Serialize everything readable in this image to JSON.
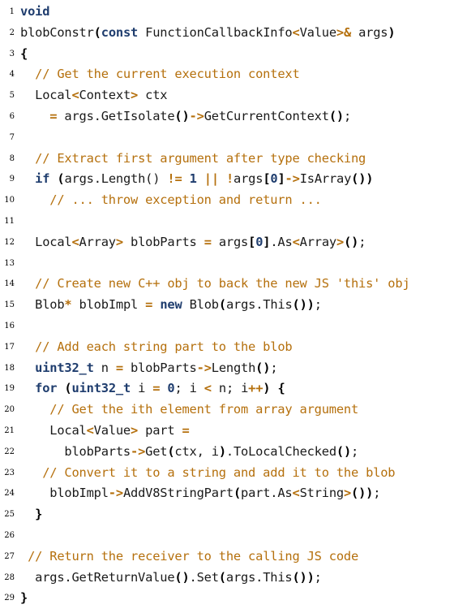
{
  "colors": {
    "keyword": "#1f3d6e",
    "operator": "#b5700d",
    "comment": "#b5700d",
    "text": "#1a1a1a",
    "bracket": "#000000",
    "line_number": "#000000"
  },
  "code_lines": [
    {
      "n": "1",
      "tokens": [
        [
          "kw",
          "void"
        ]
      ]
    },
    {
      "n": "2",
      "tokens": [
        [
          "pl",
          "blobConstr"
        ],
        [
          "br",
          "("
        ],
        [
          "kw",
          "const"
        ],
        [
          "pl",
          " FunctionCallbackInfo"
        ],
        [
          "op",
          "<"
        ],
        [
          "pl",
          "Value"
        ],
        [
          "op",
          ">&"
        ],
        [
          "pl",
          " args"
        ],
        [
          "br",
          ")"
        ]
      ]
    },
    {
      "n": "3",
      "tokens": [
        [
          "br",
          "{"
        ]
      ]
    },
    {
      "n": "4",
      "tokens": [
        [
          "pl",
          "  "
        ],
        [
          "cm",
          "// Get the current execution context"
        ]
      ]
    },
    {
      "n": "5",
      "tokens": [
        [
          "pl",
          "  Local"
        ],
        [
          "op",
          "<"
        ],
        [
          "pl",
          "Context"
        ],
        [
          "op",
          ">"
        ],
        [
          "pl",
          " ctx"
        ]
      ]
    },
    {
      "n": "6",
      "tokens": [
        [
          "pl",
          "    "
        ],
        [
          "op",
          "="
        ],
        [
          "pl",
          " args.GetIsolate"
        ],
        [
          "br",
          "()"
        ],
        [
          "op",
          "->"
        ],
        [
          "pl",
          "GetCurrentContext"
        ],
        [
          "br",
          "()"
        ],
        [
          "pl",
          ";"
        ]
      ]
    },
    {
      "n": "7",
      "tokens": []
    },
    {
      "n": "8",
      "tokens": [
        [
          "pl",
          "  "
        ],
        [
          "cm",
          "// Extract first argument after type checking"
        ]
      ]
    },
    {
      "n": "9",
      "tokens": [
        [
          "pl",
          "  "
        ],
        [
          "kw",
          "if"
        ],
        [
          "pl",
          " "
        ],
        [
          "br",
          "("
        ],
        [
          "pl",
          "args.Length() "
        ],
        [
          "op",
          "!="
        ],
        [
          "pl",
          " "
        ],
        [
          "num",
          "1"
        ],
        [
          "pl",
          " "
        ],
        [
          "op",
          "||"
        ],
        [
          "pl",
          " "
        ],
        [
          "op",
          "!"
        ],
        [
          "pl",
          "args"
        ],
        [
          "br",
          "["
        ],
        [
          "num",
          "0"
        ],
        [
          "br",
          "]"
        ],
        [
          "op",
          "->"
        ],
        [
          "pl",
          "IsArray"
        ],
        [
          "br",
          "())"
        ]
      ]
    },
    {
      "n": "10",
      "tokens": [
        [
          "pl",
          "    "
        ],
        [
          "cm",
          "// ... throw exception and return ..."
        ]
      ]
    },
    {
      "n": "11",
      "tokens": []
    },
    {
      "n": "12",
      "tokens": [
        [
          "pl",
          "  Local"
        ],
        [
          "op",
          "<"
        ],
        [
          "pl",
          "Array"
        ],
        [
          "op",
          ">"
        ],
        [
          "pl",
          " blobParts "
        ],
        [
          "op",
          "="
        ],
        [
          "pl",
          " args"
        ],
        [
          "br",
          "["
        ],
        [
          "num",
          "0"
        ],
        [
          "br",
          "]"
        ],
        [
          "pl",
          ".As"
        ],
        [
          "op",
          "<"
        ],
        [
          "pl",
          "Array"
        ],
        [
          "op",
          ">"
        ],
        [
          "br",
          "()"
        ],
        [
          "pl",
          ";"
        ]
      ]
    },
    {
      "n": "13",
      "tokens": []
    },
    {
      "n": "14",
      "tokens": [
        [
          "pl",
          "  "
        ],
        [
          "cm",
          "// Create new C++ obj to back the new JS 'this' obj"
        ]
      ]
    },
    {
      "n": "15",
      "tokens": [
        [
          "pl",
          "  Blob"
        ],
        [
          "op",
          "*"
        ],
        [
          "pl",
          " blobImpl "
        ],
        [
          "op",
          "="
        ],
        [
          "pl",
          " "
        ],
        [
          "kw",
          "new"
        ],
        [
          "pl",
          " Blob"
        ],
        [
          "br",
          "("
        ],
        [
          "pl",
          "args.This"
        ],
        [
          "br",
          "())"
        ],
        [
          "pl",
          ";"
        ]
      ]
    },
    {
      "n": "16",
      "tokens": []
    },
    {
      "n": "17",
      "tokens": [
        [
          "pl",
          "  "
        ],
        [
          "cm",
          "// Add each string part to the blob"
        ]
      ]
    },
    {
      "n": "18",
      "tokens": [
        [
          "pl",
          "  "
        ],
        [
          "kw",
          "uint32_t"
        ],
        [
          "pl",
          " n "
        ],
        [
          "op",
          "="
        ],
        [
          "pl",
          " blobParts"
        ],
        [
          "op",
          "->"
        ],
        [
          "pl",
          "Length"
        ],
        [
          "br",
          "()"
        ],
        [
          "pl",
          ";"
        ]
      ]
    },
    {
      "n": "19",
      "tokens": [
        [
          "pl",
          "  "
        ],
        [
          "kw",
          "for"
        ],
        [
          "pl",
          " "
        ],
        [
          "br",
          "("
        ],
        [
          "kw",
          "uint32_t"
        ],
        [
          "pl",
          " i "
        ],
        [
          "op",
          "="
        ],
        [
          "pl",
          " "
        ],
        [
          "num",
          "0"
        ],
        [
          "pl",
          "; i "
        ],
        [
          "op",
          "<"
        ],
        [
          "pl",
          " n; i"
        ],
        [
          "op",
          "++"
        ],
        [
          "br",
          ")"
        ],
        [
          "pl",
          " "
        ],
        [
          "br",
          "{"
        ]
      ]
    },
    {
      "n": "20",
      "tokens": [
        [
          "pl",
          "    "
        ],
        [
          "cm",
          "// Get the ith element from array argument"
        ]
      ]
    },
    {
      "n": "21",
      "tokens": [
        [
          "pl",
          "    Local"
        ],
        [
          "op",
          "<"
        ],
        [
          "pl",
          "Value"
        ],
        [
          "op",
          ">"
        ],
        [
          "pl",
          " part "
        ],
        [
          "op",
          "="
        ]
      ]
    },
    {
      "n": "22",
      "tokens": [
        [
          "pl",
          "      blobParts"
        ],
        [
          "op",
          "->"
        ],
        [
          "pl",
          "Get"
        ],
        [
          "br",
          "("
        ],
        [
          "pl",
          "ctx, i"
        ],
        [
          "br",
          ")"
        ],
        [
          "pl",
          ".ToLocalChecked"
        ],
        [
          "br",
          "()"
        ],
        [
          "pl",
          ";"
        ]
      ]
    },
    {
      "n": "23",
      "tokens": [
        [
          "pl",
          "   "
        ],
        [
          "cm",
          "// Convert it to a string and add it to the blob"
        ]
      ]
    },
    {
      "n": "24",
      "tokens": [
        [
          "pl",
          "    blobImpl"
        ],
        [
          "op",
          "->"
        ],
        [
          "pl",
          "AddV8StringPart"
        ],
        [
          "br",
          "("
        ],
        [
          "pl",
          "part.As"
        ],
        [
          "op",
          "<"
        ],
        [
          "pl",
          "String"
        ],
        [
          "op",
          ">"
        ],
        [
          "br",
          "())"
        ],
        [
          "pl",
          ";"
        ]
      ]
    },
    {
      "n": "25",
      "tokens": [
        [
          "pl",
          "  "
        ],
        [
          "br",
          "}"
        ]
      ]
    },
    {
      "n": "26",
      "tokens": []
    },
    {
      "n": "27",
      "tokens": [
        [
          "pl",
          " "
        ],
        [
          "cm",
          "// Return the receiver to the calling JS code"
        ]
      ]
    },
    {
      "n": "28",
      "tokens": [
        [
          "pl",
          "  args.GetReturnValue"
        ],
        [
          "br",
          "()"
        ],
        [
          "pl",
          ".Set"
        ],
        [
          "br",
          "("
        ],
        [
          "pl",
          "args.This"
        ],
        [
          "br",
          "())"
        ],
        [
          "pl",
          ";"
        ]
      ]
    },
    {
      "n": "29",
      "tokens": [
        [
          "br",
          "}"
        ]
      ]
    }
  ]
}
